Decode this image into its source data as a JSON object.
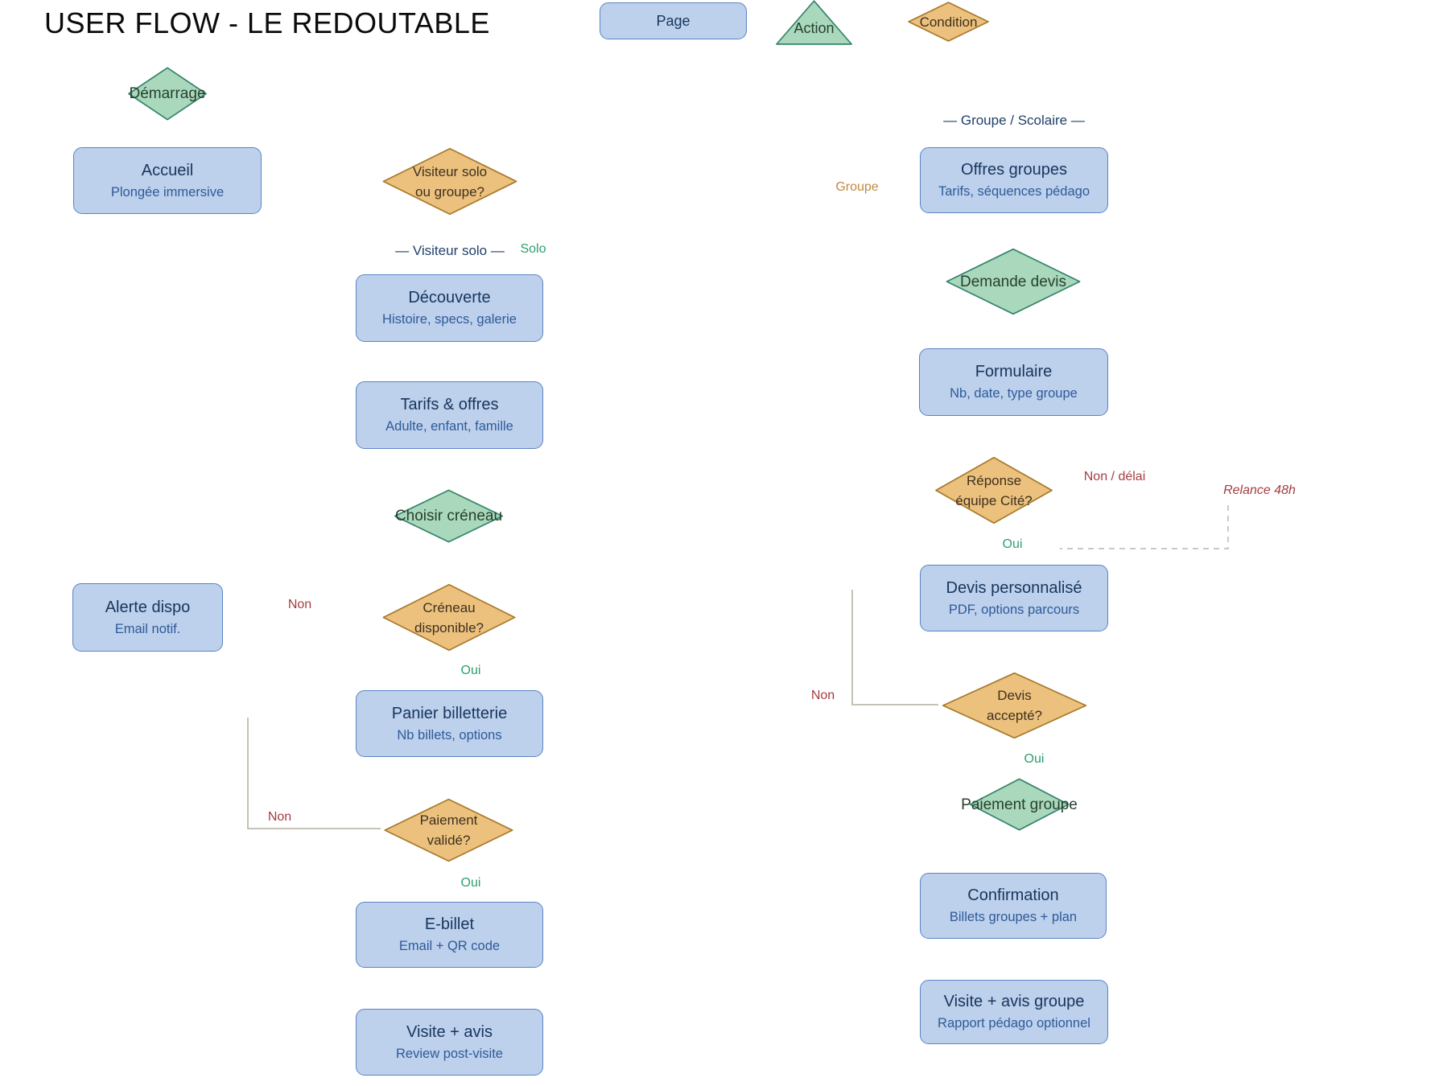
{
  "title": "USER FLOW - LE REDOUTABLE",
  "colors": {
    "page_fill": "#bdd0ec",
    "page_border": "#5b84c4",
    "action_fill": "#a9d8bc",
    "action_border": "#35836a",
    "condition_fill": "#ebc17d",
    "condition_border": "#a8792c",
    "box_title": "#17365d",
    "box_subtitle": "#2e5b98",
    "diamond_text": "#3f3020",
    "green_text": "#26402f",
    "section_header": "#20406b",
    "no_label": "#a63d40",
    "yes_label": "#2f9e6e",
    "groupe_label": "#c08a3e",
    "connector": "#c6c2b5",
    "dashed_connector": "#ccc9c0"
  },
  "legend": {
    "page_label": "Page",
    "action_label": "Action",
    "condition_label": "Condition"
  },
  "solo": {
    "start_label": "Démarrage",
    "accueil_title": "Accueil",
    "accueil_subtitle": "Plongée immersive",
    "visitor_q_line1": "Visiteur solo",
    "visitor_q_line2": "ou groupe?",
    "header": "— Visiteur solo —",
    "solo_edge": "Solo",
    "decouverte_title": "Découverte",
    "decouverte_subtitle": "Histoire, specs, galerie",
    "tarifs_title": "Tarifs & offres",
    "tarifs_subtitle": "Adulte, enfant, famille",
    "choisir_label": "Choisir créneau",
    "creneau_q_line1": "Créneau",
    "creneau_q_line2": "disponible?",
    "alerte_title": "Alerte dispo",
    "alerte_subtitle": "Email notif.",
    "creneau_no": "Non",
    "creneau_yes": "Oui",
    "panier_title": "Panier billetterie",
    "panier_subtitle": "Nb billets, options",
    "paiement_q_line1": "Paiement",
    "paiement_q_line2": "validé?",
    "paiement_no": "Non",
    "paiement_yes": "Oui",
    "ebillet_title": "E-billet",
    "ebillet_subtitle": "Email + QR code",
    "visite_title": "Visite + avis",
    "visite_subtitle": "Review post-visite"
  },
  "groupe": {
    "header": "— Groupe / Scolaire —",
    "groupe_edge": "Groupe",
    "offres_title": "Offres groupes",
    "offres_subtitle": "Tarifs, séquences pédago",
    "demande_label": "Demande devis",
    "formulaire_title": "Formulaire",
    "formulaire_subtitle": "Nb, date, type groupe",
    "reponse_q_line1": "Réponse",
    "reponse_q_line2": "équipe Cité?",
    "reponse_no": "Non / délai",
    "relance_note": "Relance 48h",
    "reponse_yes": "Oui",
    "devis_title": "Devis personnalisé",
    "devis_subtitle": "PDF, options parcours",
    "devis_no": "Non",
    "devis_q_line1": "Devis",
    "devis_q_line2": "accepté?",
    "devis_yes": "Oui",
    "paiement_label": "Paiement groupe",
    "confirmation_title": "Confirmation",
    "confirmation_subtitle": "Billets groupes + plan",
    "visite_title": "Visite + avis groupe",
    "visite_subtitle": "Rapport pédago optionnel"
  }
}
